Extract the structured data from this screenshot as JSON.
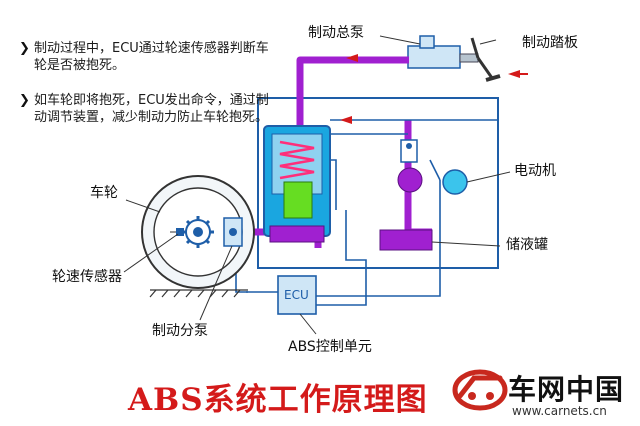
{
  "bullets": [
    "制动过程中，ECU通过轮速传感器判断车轮是否被抱死。",
    "如车轮即将抱死，ECU发出命令，通过制动调节装置，减少制动力防止车轮抱死。"
  ],
  "labels": {
    "master_cylinder": "制动总泵",
    "brake_pedal": "制动踏板",
    "motor": "电动机",
    "wheel": "车轮",
    "reservoir": "储液罐",
    "wheel_speed_sensor": "轮速传感器",
    "wheel_cylinder": "制动分泵",
    "abs_control_unit": "ABS控制单元",
    "ecu": "ECU"
  },
  "footer": {
    "title": "ABS系统工作原理图",
    "brand": "车网中国",
    "url": "www.carnets.cn"
  },
  "colors": {
    "fluid": "#a020d0",
    "line": "#1e5ea8",
    "box_fill": "#cfe6f6",
    "accent_red": "#d41a1a",
    "green": "#66dd22",
    "spring": "#ff2e7a",
    "pump": "#1aa6e0"
  }
}
